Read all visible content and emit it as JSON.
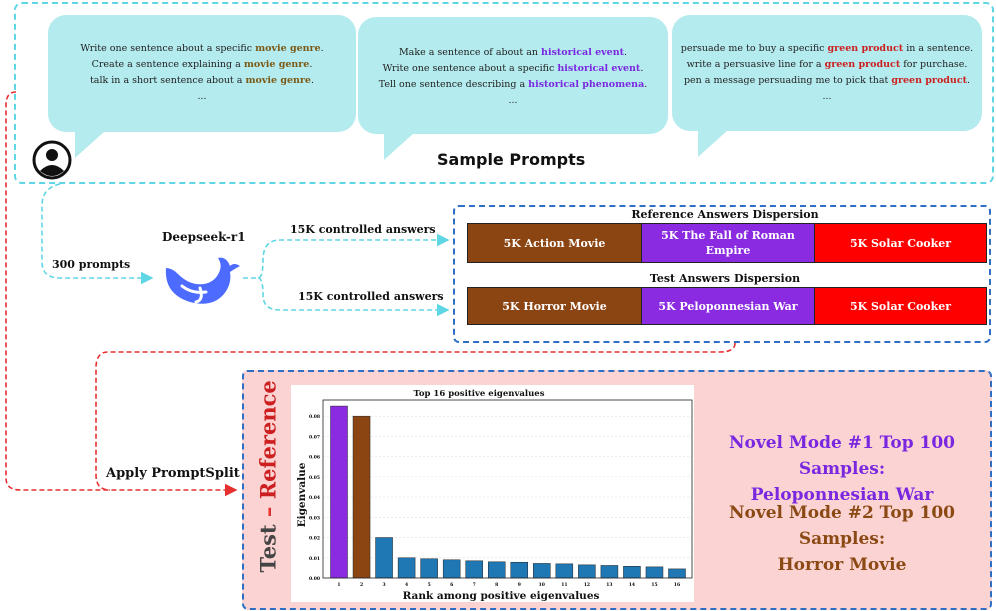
{
  "sample_prompts": {
    "title": "Sample Prompts",
    "bubbles": [
      {
        "lines": [
          {
            "pre": "Write one sentence about a specific ",
            "hl": "movie genre",
            "post": "."
          },
          {
            "pre": "Create a sentence explaining a ",
            "hl": "movie genre",
            "post": "."
          },
          {
            "pre": "talk in a short sentence about a ",
            "hl": "movie genre",
            "post": "."
          },
          {
            "pre": "...",
            "hl": "",
            "post": ""
          }
        ],
        "color": "#7a5a16"
      },
      {
        "lines": [
          {
            "pre": "Make a sentence of about an ",
            "hl": "historical event",
            "post": "."
          },
          {
            "pre": "Write one sentence about a specific ",
            "hl": "historical event",
            "post": "."
          },
          {
            "pre": "Tell one sentence describing a ",
            "hl": "historical phenomena",
            "post": "."
          },
          {
            "pre": "...",
            "hl": "",
            "post": ""
          }
        ],
        "color": "#7a28e0"
      },
      {
        "lines": [
          {
            "pre": "persuade me to buy a specific ",
            "hl": "green product",
            "post": " in a sentence."
          },
          {
            "pre": "write a persuasive line for a ",
            "hl": "green product",
            "post": " for purchase."
          },
          {
            "pre": "pen a message persuading me to pick that ",
            "hl": "green product",
            "post": "."
          },
          {
            "pre": "...",
            "hl": "",
            "post": ""
          }
        ],
        "color": "#cc1f1f"
      }
    ]
  },
  "flow": {
    "prompts_label": "300 prompts",
    "model_name": "Deepseek-r1",
    "answers_top": "15K controlled answers",
    "answers_bottom": "15K controlled answers",
    "apply_label": "Apply PromptSplit"
  },
  "reference": {
    "title": "Reference Answers Dispersion",
    "segments": [
      {
        "label": "5K Action Movie",
        "color": "#8b4513"
      },
      {
        "label": "5K The Fall of Roman Empire",
        "color": "#8a2be2"
      },
      {
        "label": "5K Solar Cooker",
        "color": "#ff0000"
      }
    ]
  },
  "test": {
    "title": "Test Answers Dispersion",
    "segments": [
      {
        "label": "5K Horror Movie",
        "color": "#8b4513"
      },
      {
        "label": "5K Peloponnesian War",
        "color": "#8a2be2"
      },
      {
        "label": "5K Solar Cooker",
        "color": "#ff0000"
      }
    ]
  },
  "panel": {
    "side_test": "Test",
    "side_dash": "–",
    "side_reference": "Reference",
    "novel1_line1": "Novel Mode #1 Top 100 Samples:",
    "novel1_line2": "Peloponnesian War",
    "novel1_color": "#7a28e0",
    "novel2_line1": "Novel Mode #2 Top 100 Samples:",
    "novel2_line2": "Horror Movie",
    "novel2_color": "#8b4a14"
  },
  "chart_data": {
    "type": "bar",
    "title": "Top 16 positive eigenvalues",
    "xlabel": "Rank among positive eigenvalues",
    "ylabel": "Eigenvalue",
    "categories": [
      "1",
      "2",
      "3",
      "4",
      "5",
      "6",
      "7",
      "8",
      "9",
      "10",
      "11",
      "12",
      "13",
      "14",
      "15",
      "16"
    ],
    "values": [
      0.085,
      0.08,
      0.02,
      0.01,
      0.0095,
      0.009,
      0.0085,
      0.008,
      0.0078,
      0.0072,
      0.007,
      0.0065,
      0.0062,
      0.0058,
      0.0055,
      0.0045
    ],
    "colors": [
      "#8a2be2",
      "#8b4513",
      "#1f77b4",
      "#1f77b4",
      "#1f77b4",
      "#1f77b4",
      "#1f77b4",
      "#1f77b4",
      "#1f77b4",
      "#1f77b4",
      "#1f77b4",
      "#1f77b4",
      "#1f77b4",
      "#1f77b4",
      "#1f77b4",
      "#1f77b4"
    ],
    "yticks": [
      0.0,
      0.01,
      0.02,
      0.03,
      0.04,
      0.05,
      0.06,
      0.07,
      0.08
    ],
    "ylim": [
      0,
      0.088
    ],
    "grid": true
  }
}
